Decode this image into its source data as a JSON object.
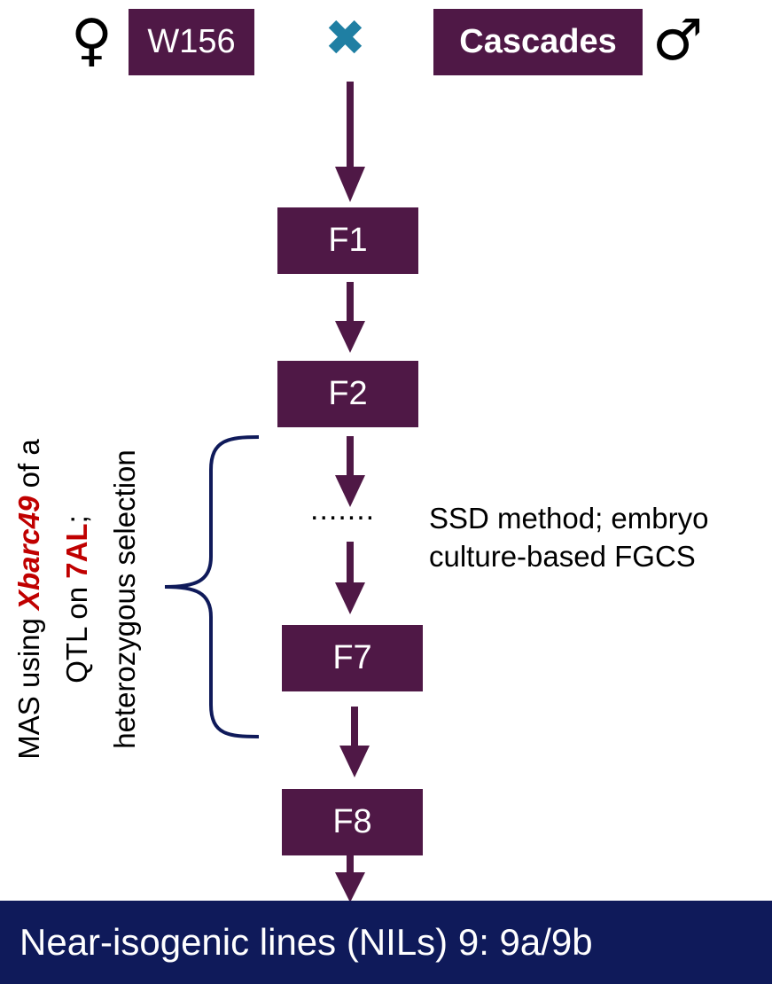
{
  "parents": {
    "female_symbol": "♀",
    "female_label": "W156",
    "cross_symbol": "✖",
    "male_label": "Cascades",
    "male_symbol": "♂"
  },
  "generations": [
    "F1",
    "F2",
    "F7",
    "F8"
  ],
  "ellipsis": ".......",
  "method_note": {
    "line1": "SSD method; embryo",
    "line2": "culture-based FGCS"
  },
  "side_label": {
    "line1_a": "MAS using ",
    "line1_marker": "Xbarc49",
    "line1_b": " of a",
    "line2_a": "QTL on ",
    "line2_chrom": "7AL",
    "line2_b": ";",
    "line3": "heterozygous selection"
  },
  "result": "Near-isogenic lines (NILs) 9: 9a/9b",
  "colors": {
    "box": "#4f1846",
    "arrow": "#4f1846",
    "cross": "#1f7fa3",
    "brace": "#0f1a5a",
    "highlight": "#c00000",
    "banner": "#0f1a5a"
  }
}
